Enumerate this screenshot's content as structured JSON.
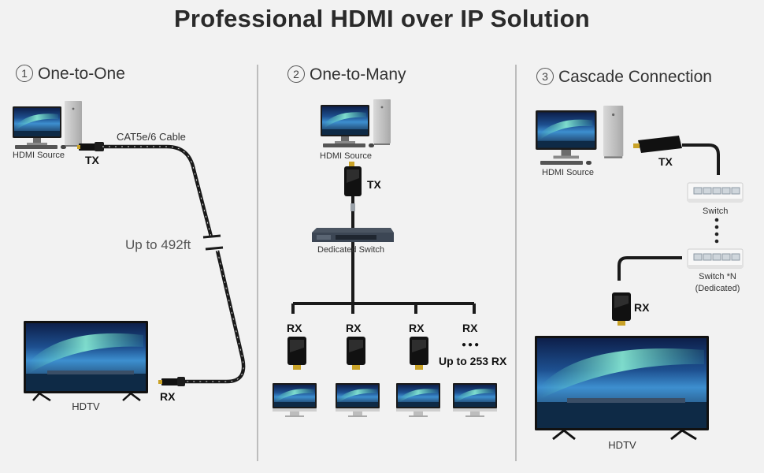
{
  "title": "Professional HDMI over IP Solution",
  "sections": [
    {
      "num": "1",
      "title": "One-to-One"
    },
    {
      "num": "2",
      "title": "One-to-Many"
    },
    {
      "num": "3",
      "title": "Cascade Connection"
    }
  ],
  "one_to_one": {
    "source_label": "HDMI Source",
    "tx_label": "TX",
    "cable_label": "CAT5e/6 Cable",
    "distance_label": "Up to 492ft",
    "rx_label": "RX",
    "tv_label": "HDTV"
  },
  "one_to_many": {
    "source_label": "HDMI Source",
    "tx_label": "TX",
    "switch_label": "Dedicated Switch",
    "rx_labels": [
      "RX",
      "RX",
      "RX",
      "RX"
    ],
    "dots": "●●●",
    "max_label": "Up to 253 RX"
  },
  "cascade": {
    "source_label": "HDMI Source",
    "tx_label": "TX",
    "switch1_label": "Switch",
    "switch2_label": "Switch *N",
    "switch2_sub": "(Dedicated)",
    "rx_label": "RX",
    "tv_label": "HDTV"
  }
}
